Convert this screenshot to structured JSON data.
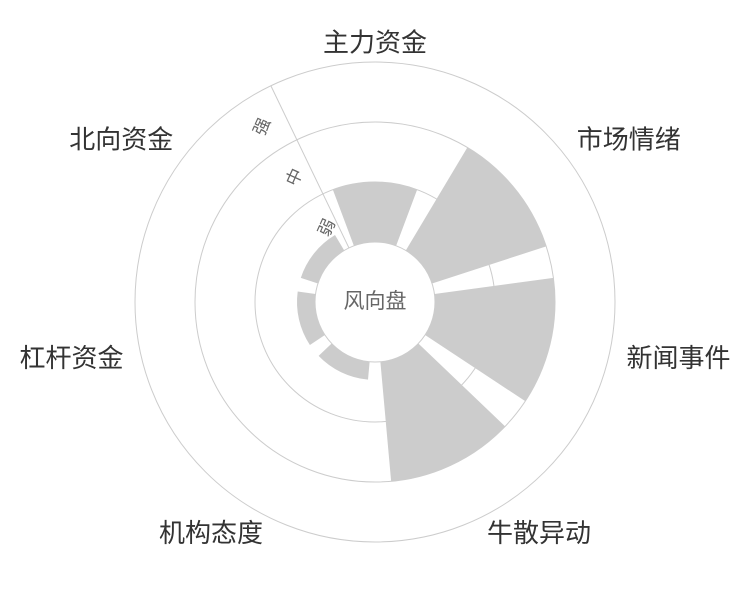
{
  "chart_data": {
    "type": "polar-bar",
    "title": "",
    "center_label": "风向盘",
    "categories": [
      "主力资金",
      "市场情绪",
      "新闻事件",
      "牛散异动",
      "机构态度",
      "杠杆资金",
      "北向资金"
    ],
    "values": [
      1,
      2,
      2,
      2,
      0.3,
      0.3,
      0.3
    ],
    "radial_axis": {
      "min": 0,
      "max": 3,
      "levels": [
        "弱",
        "中",
        "强"
      ]
    },
    "grid": true,
    "bar_color": "#cccccc",
    "grid_color": "#cccccc",
    "text_color": "#333333"
  }
}
